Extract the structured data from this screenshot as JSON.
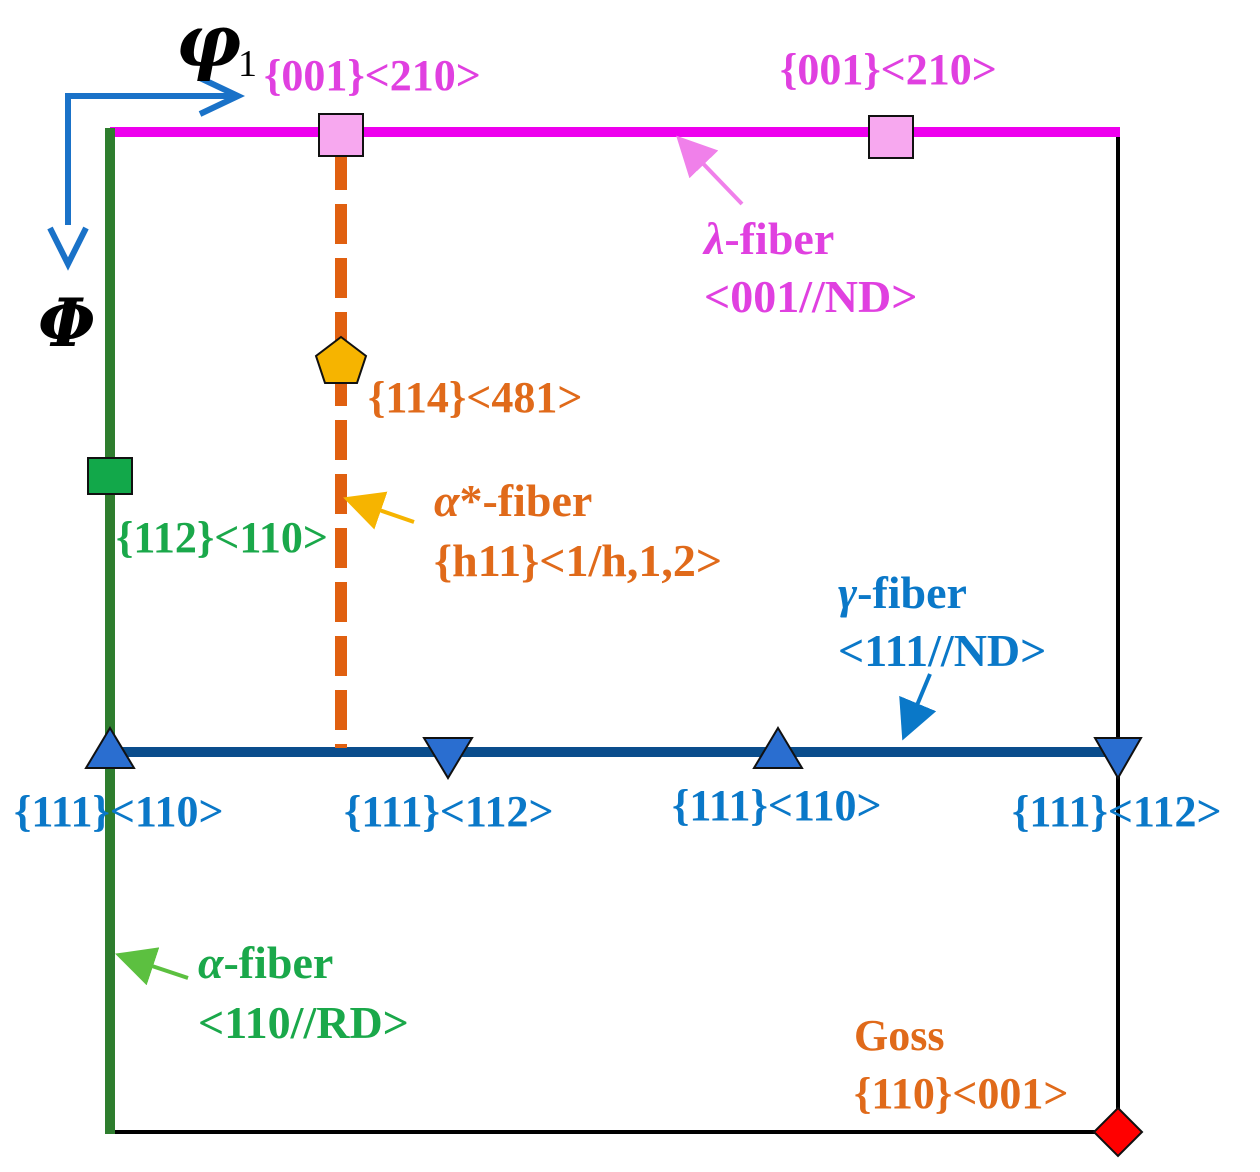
{
  "axes": {
    "phi1_symbol": "φ",
    "phi1_subscript": "1",
    "phi_symbol": "Φ"
  },
  "fibers": {
    "lambda": {
      "greek": "λ",
      "name": "-fiber",
      "direction": "<001//ND>",
      "color": "#ee00ee"
    },
    "alpha_star": {
      "greek": "α",
      "name": "*-fiber",
      "direction": "{h11}<1/h,1,2>",
      "color": "#e06010"
    },
    "gamma": {
      "greek": "γ",
      "name": "-fiber",
      "direction": "<111//ND>",
      "color": "#0a5a9c"
    },
    "alpha": {
      "greek": "α",
      "name": "-fiber",
      "direction": "<110//RD>",
      "color": "#2e7d2e"
    }
  },
  "orientations": {
    "lambda_left": "{001}<210>",
    "lambda_right": "{001}<210>",
    "alpha_star_114": "{114}<481>",
    "alpha_112": "{112}<110>",
    "gamma_1": "{111}<110>",
    "gamma_2": "{111}<112>",
    "gamma_3": "{111}<110>",
    "gamma_4": "{111}<112>",
    "goss_name": "Goss",
    "goss_orientation": "{110}<001>"
  },
  "colors": {
    "lambda_text": "#e040e0",
    "alpha_star_text": "#e06a1a",
    "alpha_text": "#1aa84a",
    "gamma_text": "#0a78c8",
    "axis_arrow": "#1a72c8",
    "marker_pink": "#f7a8ef",
    "marker_yellow": "#f6b400",
    "marker_green": "#12a84a",
    "marker_blue": "#2a6ed0",
    "marker_red": "#ff0000"
  }
}
